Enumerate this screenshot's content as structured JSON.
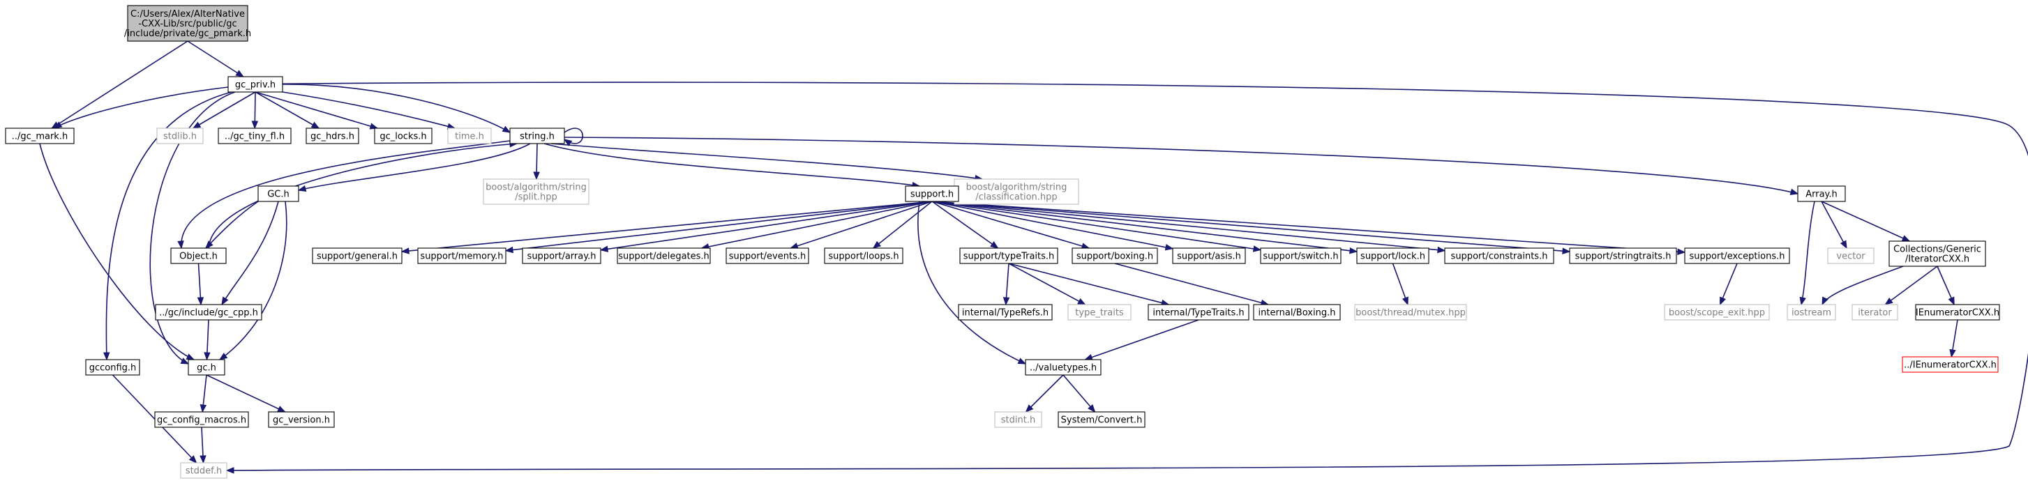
{
  "nodes": [
    {
      "id": "root",
      "label": "C:/Users/Alex/AlterNative\n-CXX-Lib/src/public/gc\n/include/private/gc_pmark.h",
      "kind": "root"
    },
    {
      "id": "gc_priv",
      "label": "gc_priv.h",
      "kind": "normal"
    },
    {
      "id": "gc_mark",
      "label": "../gc_mark.h",
      "kind": "normal"
    },
    {
      "id": "stdlib",
      "label": "stdlib.h",
      "kind": "external"
    },
    {
      "id": "gc_tiny_fl",
      "label": "../gc_tiny_fl.h",
      "kind": "normal"
    },
    {
      "id": "gc_hdrs",
      "label": "gc_hdrs.h",
      "kind": "normal"
    },
    {
      "id": "gc_locks",
      "label": "gc_locks.h",
      "kind": "normal"
    },
    {
      "id": "time",
      "label": "time.h",
      "kind": "external"
    },
    {
      "id": "string",
      "label": "string.h",
      "kind": "normal"
    },
    {
      "id": "split",
      "label": "boost/algorithm/string\n/split.hpp",
      "kind": "external"
    },
    {
      "id": "classification",
      "label": "boost/algorithm/string\n/classification.hpp",
      "kind": "external"
    },
    {
      "id": "GC",
      "label": "GC.h",
      "kind": "normal"
    },
    {
      "id": "support",
      "label": "support.h",
      "kind": "normal"
    },
    {
      "id": "Array",
      "label": "Array.h",
      "kind": "normal"
    },
    {
      "id": "Object",
      "label": "Object.h",
      "kind": "normal"
    },
    {
      "id": "gc_cpp",
      "label": "../gc/include/gc_cpp.h",
      "kind": "normal"
    },
    {
      "id": "gc",
      "label": "gc.h",
      "kind": "normal"
    },
    {
      "id": "gcconfig",
      "label": "gcconfig.h",
      "kind": "normal"
    },
    {
      "id": "gc_config_macros",
      "label": "gc_config_macros.h",
      "kind": "normal"
    },
    {
      "id": "gc_version",
      "label": "gc_version.h",
      "kind": "normal"
    },
    {
      "id": "stddef",
      "label": "stddef.h",
      "kind": "external"
    },
    {
      "id": "general",
      "label": "support/general.h",
      "kind": "normal"
    },
    {
      "id": "memory",
      "label": "support/memory.h",
      "kind": "normal"
    },
    {
      "id": "array",
      "label": "support/array.h",
      "kind": "normal"
    },
    {
      "id": "delegates",
      "label": "support/delegates.h",
      "kind": "normal"
    },
    {
      "id": "events",
      "label": "support/events.h",
      "kind": "normal"
    },
    {
      "id": "loops",
      "label": "support/loops.h",
      "kind": "normal"
    },
    {
      "id": "typeTraits",
      "label": "support/typeTraits.h",
      "kind": "normal"
    },
    {
      "id": "boxing",
      "label": "support/boxing.h",
      "kind": "normal"
    },
    {
      "id": "asis",
      "label": "support/asis.h",
      "kind": "normal"
    },
    {
      "id": "switch",
      "label": "support/switch.h",
      "kind": "normal"
    },
    {
      "id": "lock",
      "label": "support/lock.h",
      "kind": "normal"
    },
    {
      "id": "constraints",
      "label": "support/constraints.h",
      "kind": "normal"
    },
    {
      "id": "stringtraits",
      "label": "support/stringtraits.h",
      "kind": "normal"
    },
    {
      "id": "exceptions",
      "label": "support/exceptions.h",
      "kind": "normal"
    },
    {
      "id": "internal_TypeRefs",
      "label": "internal/TypeRefs.h",
      "kind": "normal"
    },
    {
      "id": "type_traits",
      "label": "type_traits",
      "kind": "external"
    },
    {
      "id": "internal_TypeTraits",
      "label": "internal/TypeTraits.h",
      "kind": "normal"
    },
    {
      "id": "internal_Boxing",
      "label": "internal/Boxing.h",
      "kind": "normal"
    },
    {
      "id": "mutex",
      "label": "boost/thread/mutex.hpp",
      "kind": "external"
    },
    {
      "id": "scope_exit",
      "label": "boost/scope_exit.hpp",
      "kind": "external"
    },
    {
      "id": "valuetypes",
      "label": "../valuetypes.h",
      "kind": "normal"
    },
    {
      "id": "stdint",
      "label": "stdint.h",
      "kind": "external"
    },
    {
      "id": "Convert",
      "label": "System/Convert.h",
      "kind": "normal"
    },
    {
      "id": "vector",
      "label": "vector",
      "kind": "external"
    },
    {
      "id": "IteratorCXX",
      "label": "Collections/Generic\n/IteratorCXX.h",
      "kind": "normal"
    },
    {
      "id": "iostream",
      "label": "iostream",
      "kind": "external"
    },
    {
      "id": "iterator",
      "label": "iterator",
      "kind": "external"
    },
    {
      "id": "IEnumeratorCXX",
      "label": "IEnumeratorCXX.h",
      "kind": "normal"
    },
    {
      "id": "IEnumeratorCXX_up",
      "label": "../IEnumeratorCXX.h",
      "kind": "broken"
    }
  ],
  "edges": [
    [
      "root",
      "gc_priv"
    ],
    [
      "root",
      "gc_mark"
    ],
    [
      "gc_priv",
      "gc_mark"
    ],
    [
      "gc_priv",
      "stdlib"
    ],
    [
      "gc_priv",
      "gc_tiny_fl"
    ],
    [
      "gc_priv",
      "gc_hdrs"
    ],
    [
      "gc_priv",
      "gc_locks"
    ],
    [
      "gc_priv",
      "time"
    ],
    [
      "gc_priv",
      "string"
    ],
    [
      "gc_priv",
      "gc"
    ],
    [
      "gc_priv",
      "gcconfig"
    ],
    [
      "gc_priv",
      "stddef"
    ],
    [
      "gc_mark",
      "gc"
    ],
    [
      "string",
      "string"
    ],
    [
      "string",
      "split"
    ],
    [
      "string",
      "classification"
    ],
    [
      "string",
      "GC"
    ],
    [
      "string",
      "support"
    ],
    [
      "string",
      "Array"
    ],
    [
      "string",
      "Object"
    ],
    [
      "GC",
      "Object"
    ],
    [
      "GC",
      "gc_cpp"
    ],
    [
      "GC",
      "gc"
    ],
    [
      "Object",
      "string"
    ],
    [
      "Object",
      "gc_cpp"
    ],
    [
      "gc_cpp",
      "gc"
    ],
    [
      "gc",
      "gc_config_macros"
    ],
    [
      "gc",
      "gc_version"
    ],
    [
      "gc_config_macros",
      "stddef"
    ],
    [
      "gcconfig",
      "stddef"
    ],
    [
      "support",
      "general"
    ],
    [
      "support",
      "memory"
    ],
    [
      "support",
      "array"
    ],
    [
      "support",
      "delegates"
    ],
    [
      "support",
      "events"
    ],
    [
      "support",
      "loops"
    ],
    [
      "support",
      "typeTraits"
    ],
    [
      "support",
      "boxing"
    ],
    [
      "support",
      "asis"
    ],
    [
      "support",
      "switch"
    ],
    [
      "support",
      "lock"
    ],
    [
      "support",
      "constraints"
    ],
    [
      "support",
      "stringtraits"
    ],
    [
      "support",
      "exceptions"
    ],
    [
      "support",
      "valuetypes"
    ],
    [
      "typeTraits",
      "internal_TypeRefs"
    ],
    [
      "typeTraits",
      "type_traits"
    ],
    [
      "typeTraits",
      "internal_TypeTraits"
    ],
    [
      "boxing",
      "internal_Boxing"
    ],
    [
      "lock",
      "mutex"
    ],
    [
      "exceptions",
      "scope_exit"
    ],
    [
      "internal_TypeTraits",
      "valuetypes"
    ],
    [
      "valuetypes",
      "stdint"
    ],
    [
      "valuetypes",
      "Convert"
    ],
    [
      "Array",
      "vector"
    ],
    [
      "Array",
      "IteratorCXX"
    ],
    [
      "Array",
      "iostream"
    ],
    [
      "IteratorCXX",
      "iostream"
    ],
    [
      "IteratorCXX",
      "iterator"
    ],
    [
      "IteratorCXX",
      "IEnumeratorCXX"
    ],
    [
      "IEnumeratorCXX",
      "IEnumeratorCXX_up"
    ]
  ],
  "colors": {
    "edge": "#191970",
    "root_fill": "#bfbfbf",
    "external_border": "#bfbfbf",
    "broken_border": "#ff0000",
    "text": "#000000",
    "external_text": "#808080"
  }
}
